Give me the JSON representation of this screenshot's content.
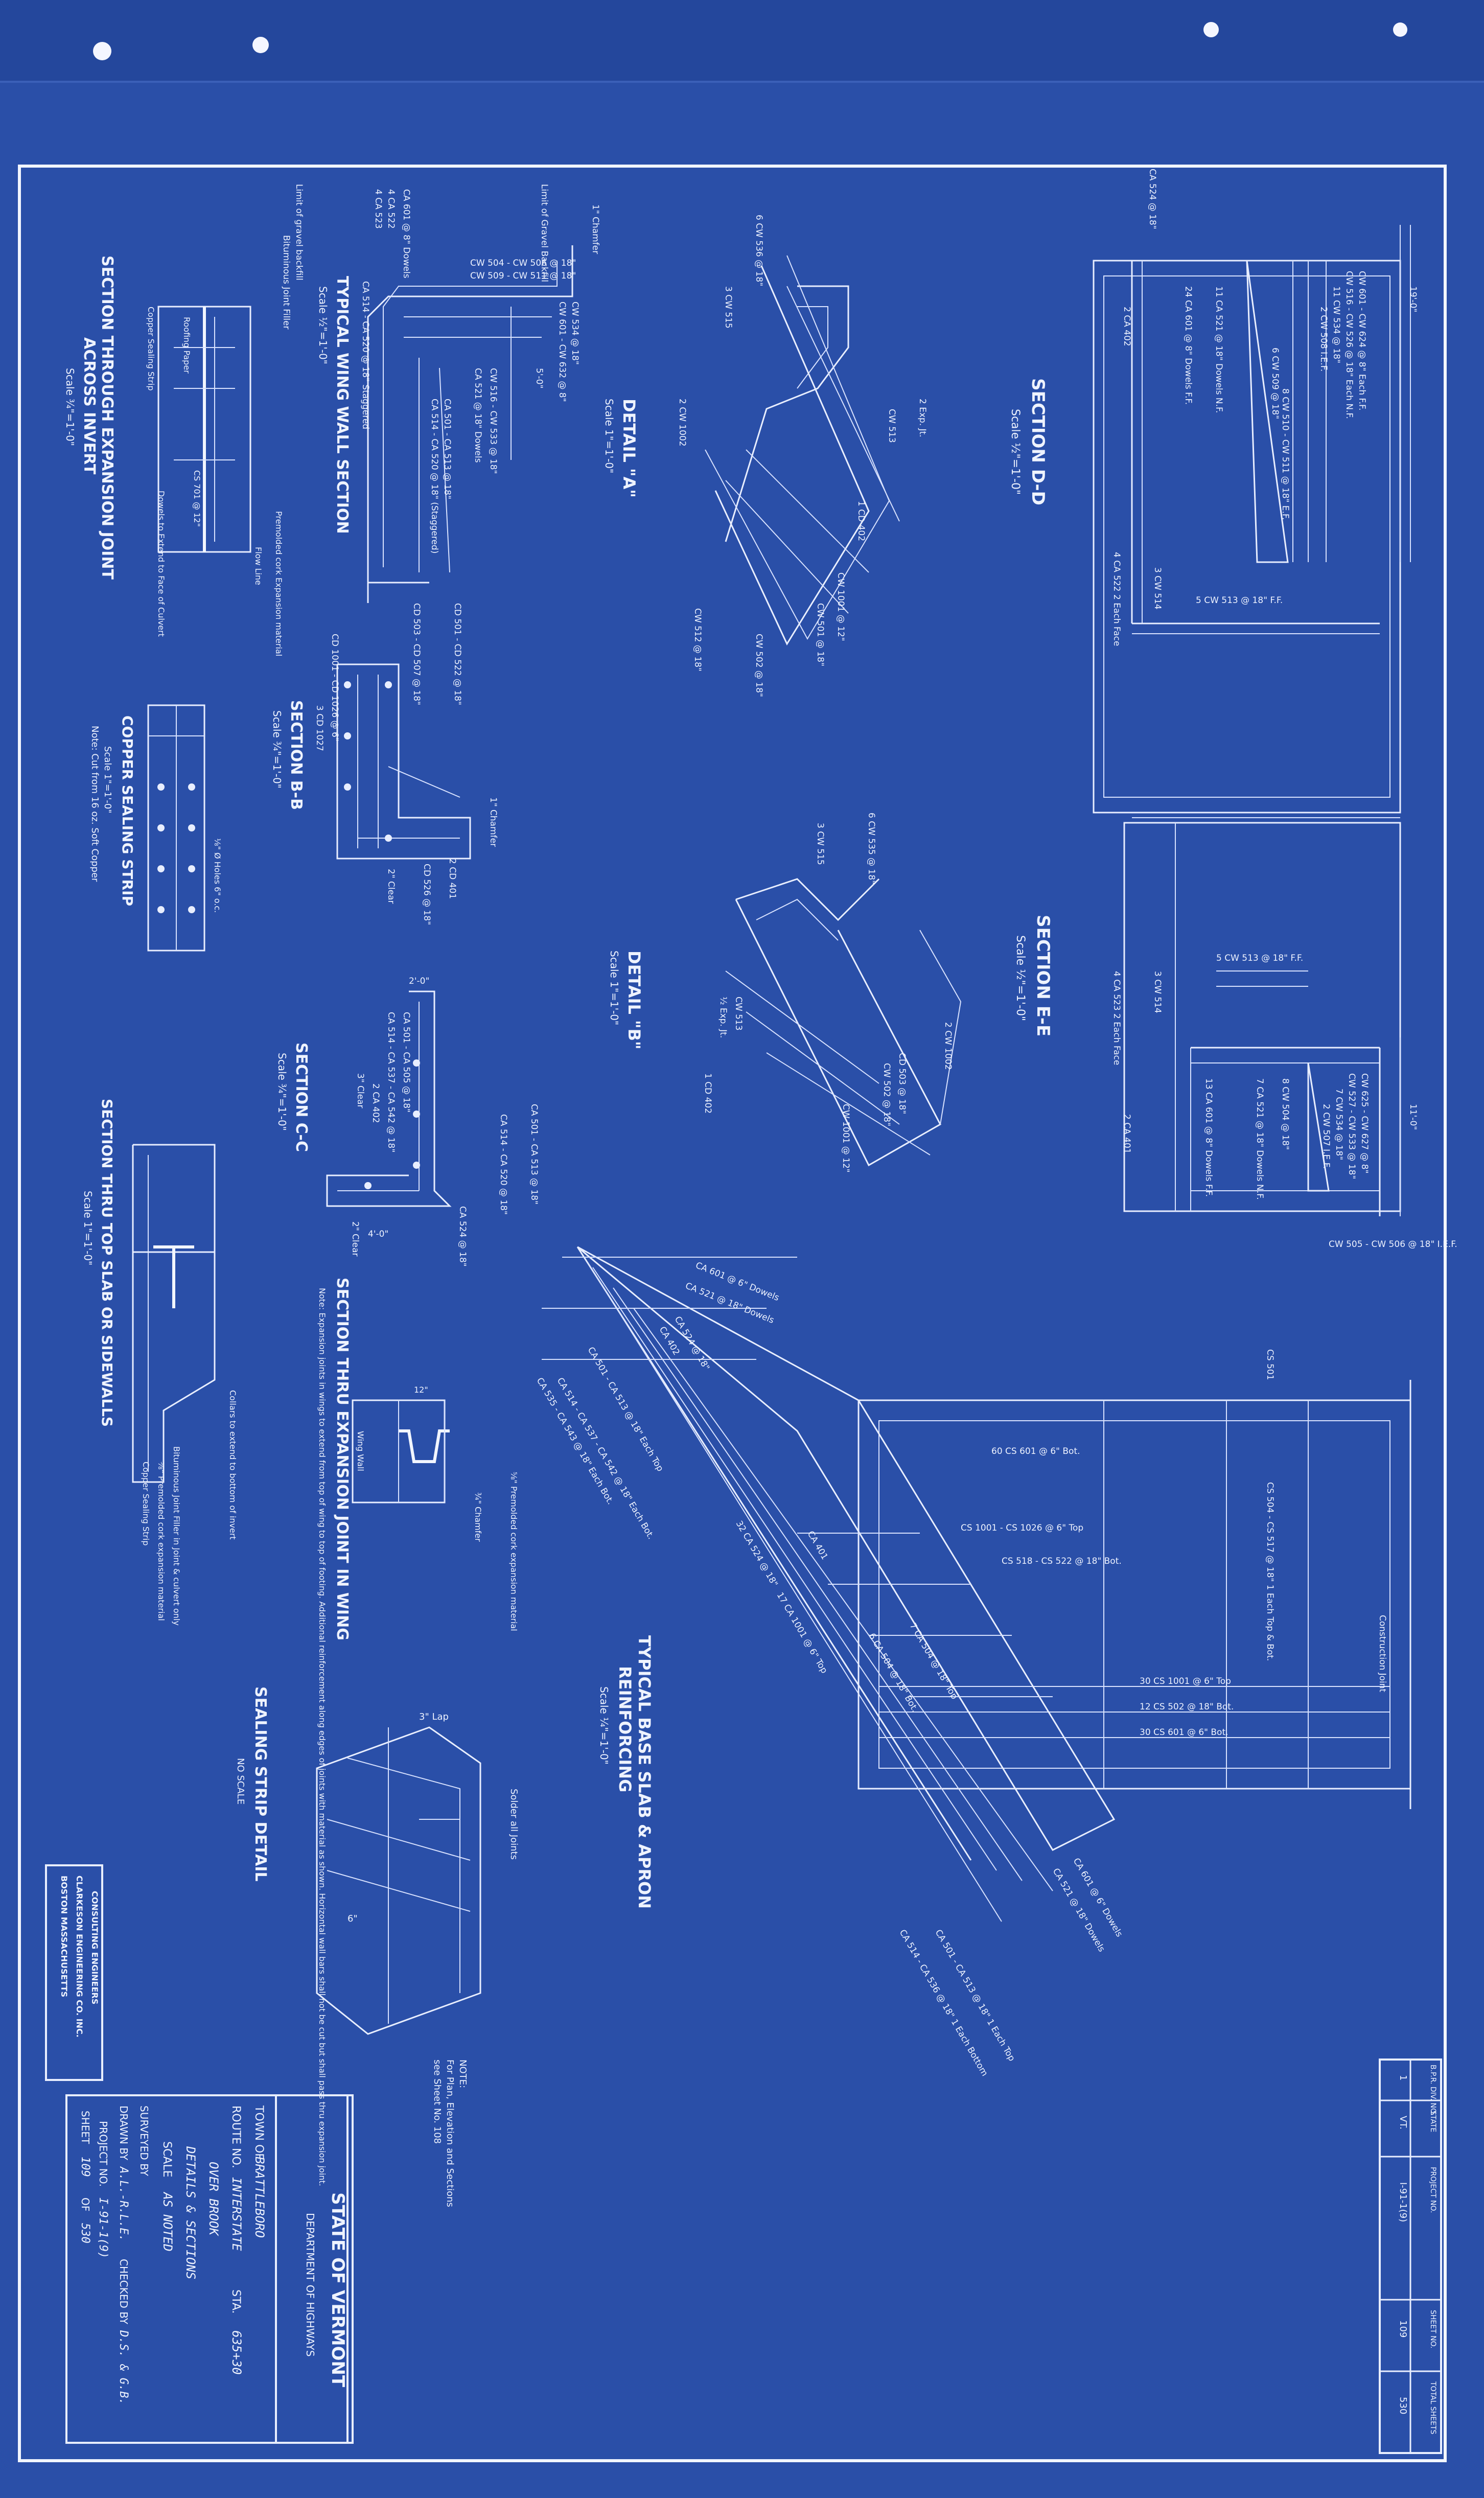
{
  "titles": {
    "section_dd": "SECTION D-D",
    "section_ee": "SECTION E-E",
    "detail_a": "DETAIL \"A\"",
    "detail_b": "DETAIL \"B\"",
    "wing_wall": "TYPICAL WING WALL SECTION",
    "section_bb": "SECTION B-B",
    "section_cc": "SECTION C-C",
    "expansion_invert_1": "SECTION THROUGH EXPANSION JOINT",
    "expansion_invert_2": "ACROSS INVERT",
    "copper_strip": "COPPER SEALING STRIP",
    "top_slab": "SECTION THRU TOP SLAB OR SIDEWALLS",
    "expansion_wing": "SECTION THRU EXPANSION JOINT IN WING",
    "sealing_strip": "SEALING STRIP DETAIL",
    "base_slab_1": "TYPICAL BASE SLAB & APRON",
    "base_slab_2": "REINFORCING"
  },
  "scales": {
    "dd": "Scale ½\"=1'-0\"",
    "ee": "Scale ½\"=1'-0\"",
    "detail_a": "Scale 1\"=1'-0\"",
    "detail_b": "Scale 1\"=1'-0\"",
    "wing_wall": "Scale ½\"=1'-0\"",
    "bb": "Scale ¾\"=1'-0\"",
    "cc": "Scale ¾\"=1'-0\"",
    "invert": "Scale ¾\"=1'-0\"",
    "copper": "Scale 1\"=1'-0\"",
    "copper_note": "Note: Cut from 16 oz. Soft Copper",
    "top_slab": "Scale 1\"=1'-0\"",
    "sealing": "NO SCALE",
    "base_slab": "Scale ¼\"=1'-0\""
  },
  "labels": {
    "dd": [
      "CW 601 - CW 624 @ 8\" Each F.F.",
      "CW 516 - CW 526 @ 18\" Each N.F.",
      "11 CW 534 @ 18\"",
      "2 CW 508 I.E.F.",
      "6 CW 509 @ 18\"",
      "8 CW 510 - CW 511 @ 18\" E.F.",
      "CA 524 @ 18\"",
      "24 CA 601 @ 8\" Dowels F.F.",
      "11 CA 521 @ 18\" Dowels N.F.",
      "2 CA 402",
      "5 CW 513 @ 18\" F.F.",
      "4 CA 522 2 Each Face",
      "19'-0\"",
      "3 CW 514"
    ],
    "ee": [
      "CW 625 - CW 627 @ 8\"",
      "CW 527 - CW 533 @ 18\"",
      "7 CW 534 @ 18\"",
      "2 CW 507 I.E.F.",
      "8 CW 504 @ 18\"",
      "7 CA 521 @ 18\" Dowels N.F.",
      "13 CA 601 @ 8\" Dowels F.F.",
      "5 CW 513 @ 18\" F.F.",
      "4 CA 523 2 Each Face",
      "2 CA 401",
      "CW 505 - CW 506 @ 18\" I.E.F.",
      "11'-0\"",
      "3 CW 514"
    ],
    "detail_a": [
      "6 CW 536 @ 18\"",
      "3 CW 515",
      "2 CW 1002",
      "2 Exp. Jt.",
      "CW 513",
      "1 CD 402",
      "CW 1001 @ 12\"",
      "CW 501 @ 18\"",
      "CW 502 @ 18\"",
      "CW 512 @ 18\""
    ],
    "detail_b": [
      "6 CW 535 @ 18\"",
      "3 CW 515",
      "2 CW 1002",
      "CD 503 @ 18\"",
      "CW 502 @ 18\"",
      "CW 1001 @ 12\"",
      "CW 513",
      "½ Exp. Jt.",
      "1 CD 402"
    ],
    "wing_wall": [
      "1\" Chamfer",
      "Limit of Gravel Backfill",
      "CW 534 @ 18\"",
      "CW 601 - CW 632 @ 8\"",
      "CW 504 - CW 506 @ 18\"",
      "CW 509 - CW 511 @ 18\"",
      "5'-0\"",
      "CW 516 - CW 533 @ 18\"",
      "CA 521 @ 18\" Dowels",
      "CA 501 - CA 513 @ 18\"",
      "CA 514 - CA 520 @ 18\" (Staggered)",
      "CA 601 @ 8\" Dowels",
      "4 CA 522",
      "4 CA 523",
      "Limit of gravel backfill",
      "Bituminous Joint Filler",
      "CA 514 - CA 520 @ 18\" Staggered"
    ],
    "bb": [
      "CD 501 - CD 522 @ 18\"",
      "CD 503 - CD 507 @ 18\"",
      "CD 1001 - CD 1026 @ 6\"",
      "3 CD 1027",
      "1\" Chamfer",
      "2 CD 401",
      "CD 526 @ 18\"",
      "2\" Clear"
    ],
    "cc": [
      "CA 501 - CA 513 @ 18\"",
      "CA 514 - CA 520 @ 18\"",
      "CA 501 - CA 505 @ 18\"",
      "CA 514 - CA 537 - CA 542 @ 18\"",
      "CA 524 @ 18\"",
      "2 CA 402",
      "3\" Clear",
      "2\" Clear",
      "4'-0\"",
      "2'-0\""
    ],
    "invert": [
      "Roofing Paper",
      "CS 701 @ 12\"",
      "Dowels to Extend to Face of Culvert",
      "Flow Line",
      "Premolded cork Expansion material",
      "Copper Sealing Strip"
    ],
    "copper": [
      "⅛\" Ø Holes 6\" o.c."
    ],
    "top_slab": [
      "Copper Sealing Strip",
      "⅝\" Premolded cork expansion material",
      "Collars to extend to bottom of invert",
      "Bituminous Joint Filler in Joint & culvert only"
    ],
    "exp_wing": [
      "Note: Expansion joints in wings to extend from top of wing to top of footing. Additional reinforcement along edges of joints with material as shown. Horizontal wall bars shall not be cut but shall pass thru expansion joint.",
      "⅝\" Premolded cork expansion material",
      "¾\" Chamfer",
      "Wing Wall",
      "12\""
    ],
    "sealing": [
      "3\" Lap",
      "Solder all Joints",
      "6\""
    ],
    "base": [
      "CA 601 @ 6\" Dowels",
      "CA 521 @ 18\" Dowels",
      "CA 524 @ 18\"",
      "CA 402",
      "CA 501 - CA 513 @ 18\" Each Top",
      "CA 514 - CA 537 - CA 542 @ 18\" Each Bot.",
      "CA 535 - CA 543 @ 18\" Each Bot.",
      "60 CS 601 @ 6\" Bot.",
      "CS 1001 - CS 1026 @ 6\" Top",
      "CS 518 - CS 522 @ 18\" Bot.",
      "CS 504 - CS 517 @ 18\" 1 Each Top & Bot.",
      "30 CS 1001 @ 6\" Top",
      "12 CS 502 @ 18\" Bot.",
      "30 CS 601 @ 6\" Bot.",
      "CS 501",
      "Construction Joint",
      "32 CA 524 @ 18\"",
      "17 CA 1001 @ 6\" Top",
      "7 CA 504 @ 18\" Top",
      "6 CA 504 @ 18\" Bot.",
      "CA 401",
      "CA 601 @ 6\" Dowels",
      "CA 521 @ 18\" Dowels",
      "CA 501 - CA 513 @ 18\" 1 Each Top",
      "CA 514 - CA 536 @ 18\" 1 Each Bottom"
    ],
    "note": [
      "NOTE:",
      "For Plan, Elevation and Sections",
      "see Sheet No. 108"
    ]
  },
  "title_block": {
    "state": "STATE OF VERMONT",
    "dept": "DEPARTMENT OF HIGHWAYS",
    "town_label": "TOWN OF",
    "town": "BRATTLEBORO",
    "route_label": "ROUTE NO.",
    "route": "INTERSTATE",
    "sta_label": "STA.",
    "sta": "635+30",
    "over": "OVER BROOK",
    "details": "DETAILS & SECTIONS",
    "scale_label": "SCALE",
    "scale": "AS NOTED",
    "surveyed": "SURVEYED BY",
    "drawn_label": "DRAWN BY",
    "drawn": "A.L.-R.L.E.",
    "checked_label": "CHECKED BY",
    "checked": "D.S. & G.B.",
    "project_label": "PROJECT NO.",
    "project": "I-91-1(9)",
    "sheet_label": "SHEET",
    "sheet": "109",
    "of_label": "OF",
    "of": "530"
  },
  "consultant": [
    "CONSULTING ENGINEERS",
    "CLARKESON ENGINEERING CO. INC.",
    "BOSTON   MASSACHUSETTS"
  ],
  "proj_table": {
    "headers": [
      "B.P.R. DIV. NO.",
      "STATE",
      "PROJECT NO.",
      "SHEET NO.",
      "TOTAL SHEETS"
    ],
    "row": [
      "1",
      "VT.",
      "I-91-1(9)",
      "109",
      "530"
    ]
  }
}
